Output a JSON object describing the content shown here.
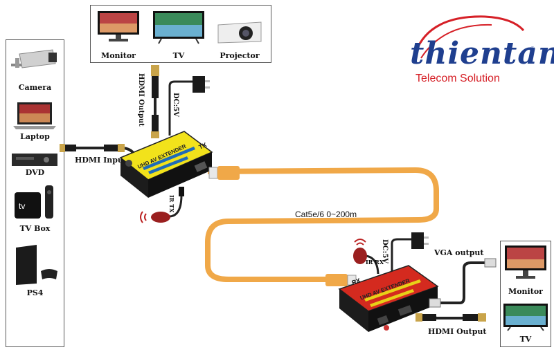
{
  "sources": {
    "items": [
      {
        "label": "Camera",
        "icon": "cctv-camera-icon"
      },
      {
        "label": "Laptop",
        "icon": "laptop-icon"
      },
      {
        "label": "DVD",
        "icon": "dvd-player-icon"
      },
      {
        "label": "TV Box",
        "icon": "tv-box-icon"
      },
      {
        "label": "PS4",
        "icon": "game-console-icon"
      }
    ]
  },
  "displays_top": {
    "items": [
      {
        "label": "Monitor",
        "icon": "monitor-icon"
      },
      {
        "label": "TV",
        "icon": "tv-icon"
      },
      {
        "label": "Projector",
        "icon": "projector-icon"
      }
    ]
  },
  "logo": {
    "brand": "thientan",
    "tagline": "Telecom Solution",
    "mark": "®"
  },
  "tx": {
    "hdmi_output": "HDMI Output",
    "dc": "DC:5V",
    "hdmi_input": "HDMI Input",
    "ir": "IR TX",
    "device_text": "UHD AV EXTENDER",
    "badge": "TX"
  },
  "cable": {
    "label": "Cat5e/6 0~200m"
  },
  "rx": {
    "ir": "IR RX",
    "dc": "DC:5V",
    "vga_output": "VGA output",
    "hdmi_output": "HDMI Output",
    "device_text": "UHD AV EXTENDER",
    "badge": "RX"
  },
  "displays_right": {
    "items": [
      {
        "label": "Monitor",
        "icon": "monitor-icon"
      },
      {
        "label": "TV",
        "icon": "tv-icon"
      }
    ]
  },
  "colors": {
    "cable_orange": "#f0a848",
    "tx_yellow": "#f2e21b",
    "rx_red": "#d42a1f",
    "logo_blue": "#1f3f8f",
    "logo_red": "#d62027"
  }
}
